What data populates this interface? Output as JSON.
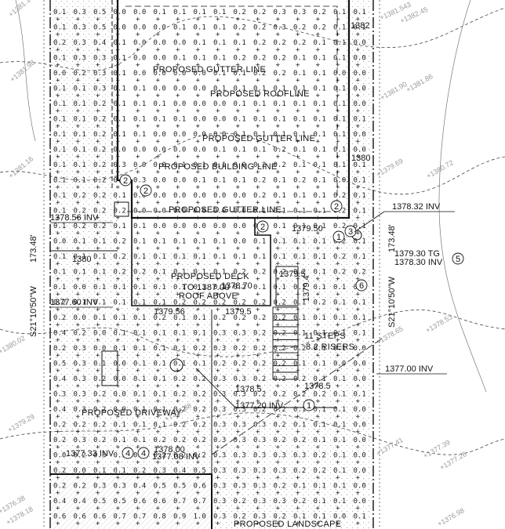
{
  "labels": {
    "gutter_line_top": "PROPOSED GUTTER LINE",
    "roofline": "PROPOSED ROOFLINE",
    "gutter_line_mid": "PROPOSED GUTTER LINE",
    "building_line": "PROPOSED BUILDING LINE",
    "gutter_line_low": "PROPOSED GUTTER LINE",
    "deck": "PROPOSED DECK",
    "deck_to": "TO 1387.00",
    "roof_above": "ROOF ABOVE",
    "steps": "11 STEPS",
    "risers": "8.2 RISERS",
    "driveway": "PROPOSED DRIVEWAY",
    "landscape": "PROPOSED LANDSCAPE",
    "bearing_left": "S21°10'50\"W",
    "dist_left": "173.48'",
    "bearing_right": "S21°10'50\"W",
    "dist_right": "173.48'"
  },
  "elevations": {
    "inv_1378_56": "1378.56 INV",
    "inv_1377_60": "1377.60 INV",
    "inv_1378_32": "1378.32 INV",
    "tg_1379_30": "1379.30 TG",
    "inv_1378_30": "1378.30 INV",
    "inv_1377_00": "1377.00 INV",
    "inv_1377_33": "1377.33 INV",
    "inv_1377_08": "1377.08 INV",
    "inv_1377_20": "1377.20 INV",
    "e1378_70": "1378.70",
    "e1379_5_top": "1379.5",
    "e1379_50": "1379.50",
    "e1379_56": "1379.56",
    "e1379_5_mid": "1379.5",
    "e1378_5": "1378.5",
    "e1378_5b": "1378.5",
    "e1380_left": "1380",
    "e1380_right": "1380",
    "e1382": "1382",
    "e1378_00": "1378.00",
    "e1379_4": "1379.4"
  },
  "callouts": [
    "1",
    "2",
    "3",
    "4",
    "5",
    "6"
  ],
  "spot_elevations": [
    "1381.18",
    "1381.98",
    "1381.16",
    "1382.45",
    "1381.543",
    "1381.86",
    "1381.90",
    "1380.72",
    "1379.69",
    "1378.53",
    "1378.65",
    "1377.41",
    "1377.39",
    "1377.26",
    "1379.29",
    "1378.18",
    "1380.02",
    "1376.38",
    "1376.98",
    "1378.38"
  ],
  "grid_rows": [
    "0.1 0.3 0.5 0.0 0.0 0.1 0.1 0.1 0.1 0.2 0.2 0.3 0.3 0.2 0.1 0.1",
    "0.1 0.3 0.5 0.0 0.0 0.0 0.1 0.1 0.1 0.2 0.2 0.3 0.2 0.2 0.1 0.1",
    "0.2 0.3 0.4 0.1 0.0 0.0 0.0 0.1 0.1 0.1 0.2 0.2 0.2 0.1 0.1 0.0",
    "0.1 0.3 0.3 0.1 0.0 0.0 0.1 0.1 0.1 0.2 0.2 0.2 0.1 0.1 0.1 0.0",
    "0.0 0.2 0.3 0.1 0.0 0.0 0.0 0.0 0.1 0.1 0.2 0.2 0.1 0.1 0.0 0.0",
    "0.1 0.1 0.3 0.1 0.1 0.0 0.0 0.0 0.1 0.1 0.1 0.1 0.1 0.1 0.1 0.0",
    "0.1 0.1 0.2 0.1 0.1 0.1 0.0 0.0 0.0 0.1 0.1 0.1 0.1 0.1 0.1 0.0",
    "0.1 0.1 0.2 0.1 0.1 0.1 0.1 0.0 0.0 0.1 0.1 0.1 0.1 0.1 0.1 0.1",
    "0.1 0.1 0.2 0.1 0.1 0.0 0.0 0.0 0.0 0.1 0.1 0.1 0.1 0.1 0.1 0.0",
    "0.1 0.1 0.2 0.0 0.0 0.0 0.0 0.0 0.1 0.1 0.1 0.2 0.1 0.1 0.1 0.0",
    "0.1 0.1 0.2 0.3 0.0 0.0 0.1 0.1 0.1 0.0 0.2 0.2 0.1 0.1 0.1 0.1",
    "0.1 0.1 0.2 0.1 0.3 0.0 0.0 0.1 0.1 0.1 0.2 0.1 0.2 0.1 0.0 0.1",
    "0.1 0.2 0.2 0.1 0.0 0.0 0.0 0.0 0.0 0.0 0.2 0.1 0.1 0.1 0.2 0.1",
    "0.1 0.2 0.2 0.2 0.0 0.0 0.0 0.0 0.0 0.0 0.1 0.1 0.1 0.1 0.2 0.1",
    "0.1 0.2 0.2 0.1 0.1 0.0 0.0 0.0 0.0 0.0 0.1 0.1 0.1 0.1 0.2 0.1",
    "0.0 0.1 0.1 0.2 0.1 0.1 0.1 0.1 0.1 0.0 0.1 0.1 0.1 0.1 0.2 0.1",
    "0.1 0.1 0.1 0.2 0.1 0.1 0.1 0.1 0.1 0.1 0.1 0.1 0.1 0.1 0.2 0.1",
    "0.1 0.1 0.1 0.2 0.2 0.1 0.1 0.1 0.1 0.2 0.2 0.2 0.2 0.1 0.2 0.2",
    "0.1 0.0 0.1 0.1 0.1 0.1 0.1 0.1 0.1 0.2 0.1 0.1 0.1 0.1 0.1 0.1",
    "0.2 0.1 0.1 0.1 0.1 0.1 0.2 0.2 0.2 0.2 0.2 0.2 0.1 0.2 0.1 0.1",
    "0.2 0.0 0.1 0.1 0.1 0.2 0.1 0.1 0.2 0.2 0.2 0.2 0.1 0.1 0.1 0.1",
    "0.4 0.2 0.0 0.1 0.1 0.1 0.1 0.1 0.3 0.3 0.2 0.2 0.1 0.1 0.1 0.1",
    "0.2 0.3 0.0 0.1 0.1 0.1 0.1 0.2 0.3 0.2 0.2 0.2 0.2 0.1 0.1 0.0",
    "0.5 0.3 0.1 0.0 0.1 0.1 0.1 0.1 0.2 0.2 0.2 0.2 0.1 0.1 0.0 0.0",
    "0.4 0.3 0.2 0.0 0.1 0.1 0.2 0.2 0.3 0.3 0.2 0.2 0.2 0.1 0.1 0.0",
    "0.3 0.3 0.2 0.0 0.1 0.1 0.2 0.2 0.3 0.3 0.2 0.2 0.2 0.2 0.1 0.1",
    "0.4 0.3 0.2 0.0 0.1 0.1 0.2 0.2 0.3 0.3 0.2 0.2 0.1 0.1 0.1 0.0",
    "0.2 0.2 0.2 0.1 0.1 0.1 0.2 0.2 0.3 0.3 0.3 0.2 0.1 0.1 0.1 0.0",
    "0.2 0.3 0.2 0.1 0.1 0.2 0.2 0.2 0.3 0.3 0.3 0.2 0.2 0.1 0.1 0.0",
    "0.0 0.2 0.3 0.1 0.1 0.2 0.2 0.2 0.3 0.3 0.3 0.3 0.3 0.2 0.1 0.0",
    "0.2 0.0 0.1 0.1 0.2 0.3 0.4 0.5 0.3 0.3 0.3 0.3 0.2 0.2 0.1 0.0",
    "0.2 0.2 0.3 0.3 0.4 0.5 0.5 0.6 0.3 0.3 0.3 0.2 0.1 0.1 0.1 0.0",
    "0.4 0.4 0.5 0.5 0.6 0.6 0.7 0.7 0.3 0.2 0.3 0.3 0.2 0.1 0.1 0.0",
    "0.6 0.6 0.6 0.7 0.7 0.8 0.9 1.0 0.3 0.2 0.3 0.2 0.1 0.1 0.0 0.1"
  ]
}
